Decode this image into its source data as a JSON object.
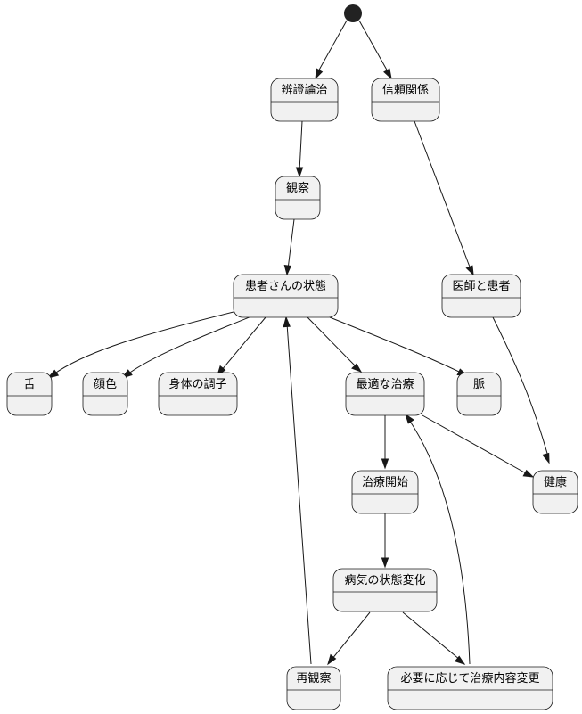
{
  "diagram": {
    "type": "state-diagram",
    "colors": {
      "box_fill": "#f1f1f1",
      "box_border": "#181818",
      "edge": "#181818",
      "start_node": "#222222",
      "text": "#000000"
    },
    "start_node": "start",
    "states": {
      "bensho": "辨證論治",
      "shinrai": "信頼関係",
      "kansatsu": "観察",
      "kanja_jotai": "患者さんの状態",
      "ishi_kanja": "医師と患者",
      "shita": "舌",
      "ganshoku": "顔色",
      "shintai": "身体の調子",
      "saiteki": "最適な治療",
      "myaku": "脈",
      "chiryo_kaishi": "治療開始",
      "kenko": "健康",
      "byoki_henka": "病気の状態変化",
      "saikansatsu": "再観察",
      "hitsuyo": "必要に応じて治療内容変更"
    },
    "transitions": [
      {
        "from": "start",
        "to": "bensho"
      },
      {
        "from": "start",
        "to": "shinrai"
      },
      {
        "from": "bensho",
        "to": "kansatsu"
      },
      {
        "from": "kansatsu",
        "to": "kanja_jotai"
      },
      {
        "from": "shinrai",
        "to": "ishi_kanja"
      },
      {
        "from": "kanja_jotai",
        "to": "shita"
      },
      {
        "from": "kanja_jotai",
        "to": "ganshoku"
      },
      {
        "from": "kanja_jotai",
        "to": "shintai"
      },
      {
        "from": "kanja_jotai",
        "to": "saiteki"
      },
      {
        "from": "kanja_jotai",
        "to": "myaku"
      },
      {
        "from": "ishi_kanja",
        "to": "kenko"
      },
      {
        "from": "saiteki",
        "to": "chiryo_kaishi"
      },
      {
        "from": "saiteki",
        "to": "kenko"
      },
      {
        "from": "chiryo_kaishi",
        "to": "byoki_henka"
      },
      {
        "from": "byoki_henka",
        "to": "saikansatsu"
      },
      {
        "from": "byoki_henka",
        "to": "hitsuyo"
      },
      {
        "from": "saikansatsu",
        "to": "kanja_jotai"
      },
      {
        "from": "hitsuyo",
        "to": "saiteki"
      }
    ]
  }
}
